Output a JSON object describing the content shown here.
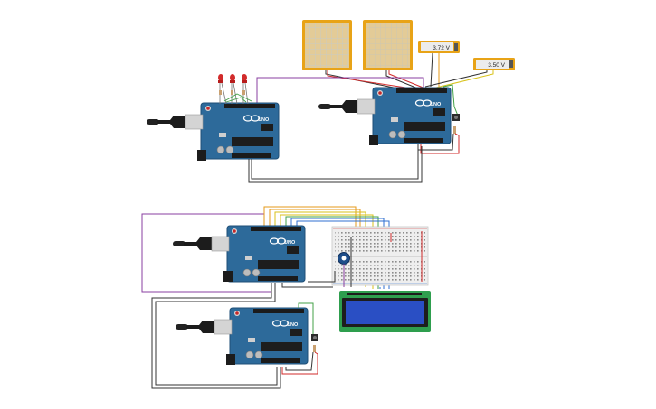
{
  "colors": {
    "board": "#2d6a9a",
    "board_dark": "#1f4f77",
    "wire_black": "#333333",
    "wire_red": "#d22b2b",
    "wire_purple": "#8a3fa0",
    "wire_green": "#43a047",
    "wire_orange": "#e59a1a",
    "wire_yellow": "#d8c21a",
    "wire_blue": "#2f6fd0",
    "lcd_green": "#2e9e4e",
    "lcd_screen": "#2a4fc4",
    "meter_frame": "#e8a317"
  },
  "boards": [
    {
      "id": "uno-top-left",
      "label": "UNO",
      "brand": "ARDUINO"
    },
    {
      "id": "uno-top-right",
      "label": "UNO",
      "brand": "ARDUINO"
    },
    {
      "id": "uno-bottom-main",
      "label": "UNO",
      "brand": "ARDUINO"
    },
    {
      "id": "uno-bottom-second",
      "label": "UNO",
      "brand": "ARDUINO"
    }
  ],
  "multimeters": [
    {
      "id": "voltmeter-1",
      "reading": "3.72 V"
    },
    {
      "id": "voltmeter-2",
      "reading": "3.50 V"
    }
  ],
  "lcd": {
    "line1": "",
    "line2": ""
  },
  "leds": [
    "red",
    "red",
    "red"
  ]
}
